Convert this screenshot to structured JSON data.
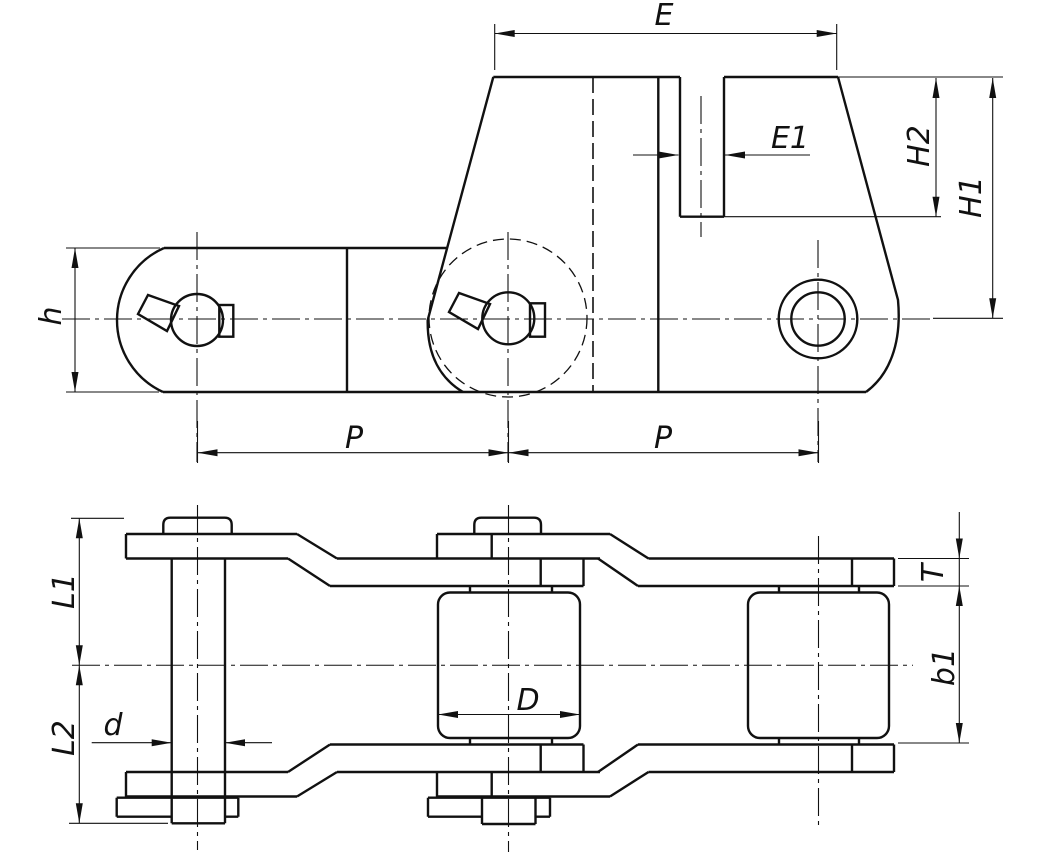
{
  "drawing": {
    "background": "#ffffff",
    "line_color": "#111111",
    "side_view": {
      "description": "chain link side elevation with slotted attachment block",
      "dims": {
        "E": "E",
        "E1": "E1",
        "H1": "H1",
        "H2": "H2",
        "h": "h",
        "P1": "P",
        "P2": "P"
      }
    },
    "plan_view": {
      "description": "chain link plan view with pins, rollers and plates",
      "dims": {
        "L1": "L1",
        "L2": "L2",
        "d": "d",
        "D": "D",
        "T": "T",
        "b1": "b1"
      }
    }
  }
}
